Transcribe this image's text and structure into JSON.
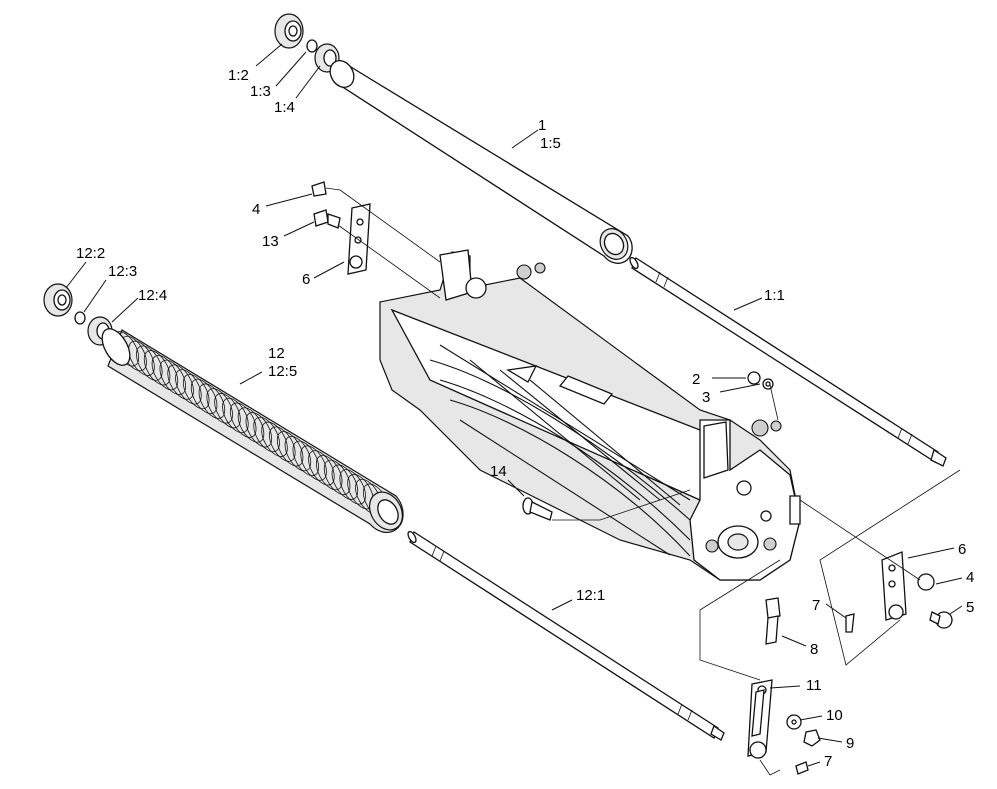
{
  "callouts": {
    "c1_2": "1:2",
    "c1_3": "1:3",
    "c1_4": "1:4",
    "c1": "1",
    "c1_5": "1:5",
    "c1_1": "1:1",
    "c4_top": "4",
    "c13": "13",
    "c6_top": "6",
    "c12_2": "12:2",
    "c12_3": "12:3",
    "c12_4": "12:4",
    "c12": "12",
    "c12_5": "12:5",
    "c2": "2",
    "c3": "3",
    "c14": "14",
    "c6_right": "6",
    "c4_right": "4",
    "c5": "5",
    "c7_mid": "7",
    "c8": "8",
    "c12_1": "12:1",
    "c11": "11",
    "c10": "10",
    "c9": "9",
    "c7_bottom": "7"
  }
}
